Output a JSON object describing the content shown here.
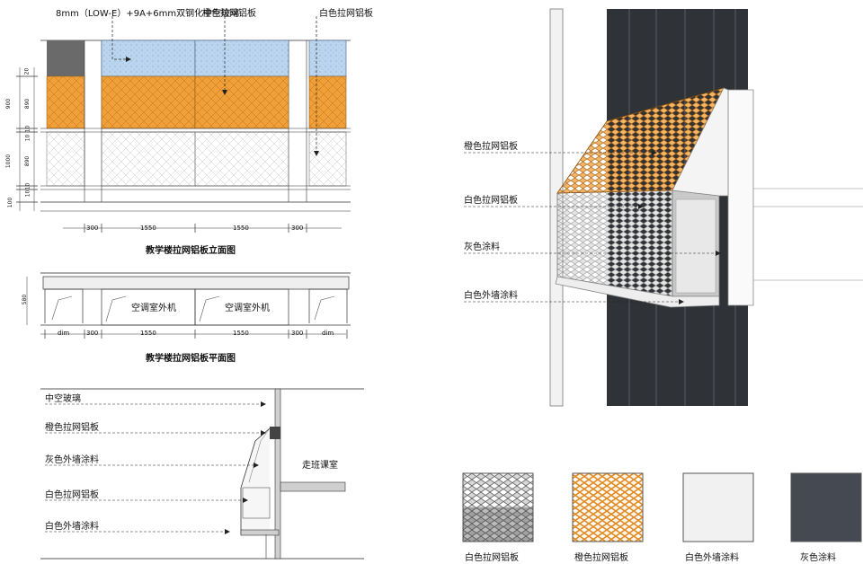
{
  "elevation": {
    "top_label": "8mm（LOW-E）+9A+6mm双钢化中空玻璃",
    "orange_label": "橙色拉网铝板",
    "white_label": "白色拉网铝板",
    "title": "教学楼拉网铝板立面图",
    "vdims": [
      "20",
      "900",
      "890",
      "10",
      "10",
      "1000",
      "890",
      "10",
      "10",
      "100"
    ],
    "hdims": [
      "300",
      "1550",
      "1550",
      "300"
    ],
    "colors": {
      "glass": "#bcd5ee",
      "orange": "#f0a03a",
      "dark": "#6a6a6a"
    }
  },
  "plan": {
    "title": "教学楼拉网铝板平面图",
    "unit_label": "空调室外机",
    "vdim": "580",
    "hdims": [
      "dim",
      "300",
      "1550",
      "1550",
      "300",
      "dim"
    ]
  },
  "section": {
    "labels": [
      "中空玻璃",
      "橙色拉网铝板",
      "灰色外墙涂料",
      "白色拉网铝板",
      "白色外墙涂料"
    ],
    "room_label": "走班课室"
  },
  "render": {
    "labels": [
      "橙色拉网铝板",
      "白色拉网铝板",
      "灰色涂料",
      "白色外墙涂料"
    ]
  },
  "swatches": [
    {
      "label": "白色拉网铝板",
      "color": "#bdbdbd"
    },
    {
      "label": "橙色拉网铝板",
      "color": "#e3922c"
    },
    {
      "label": "白色外墙涂料",
      "color": "#f1f1f1"
    },
    {
      "label": "灰色涂料",
      "color": "#454a52"
    }
  ]
}
